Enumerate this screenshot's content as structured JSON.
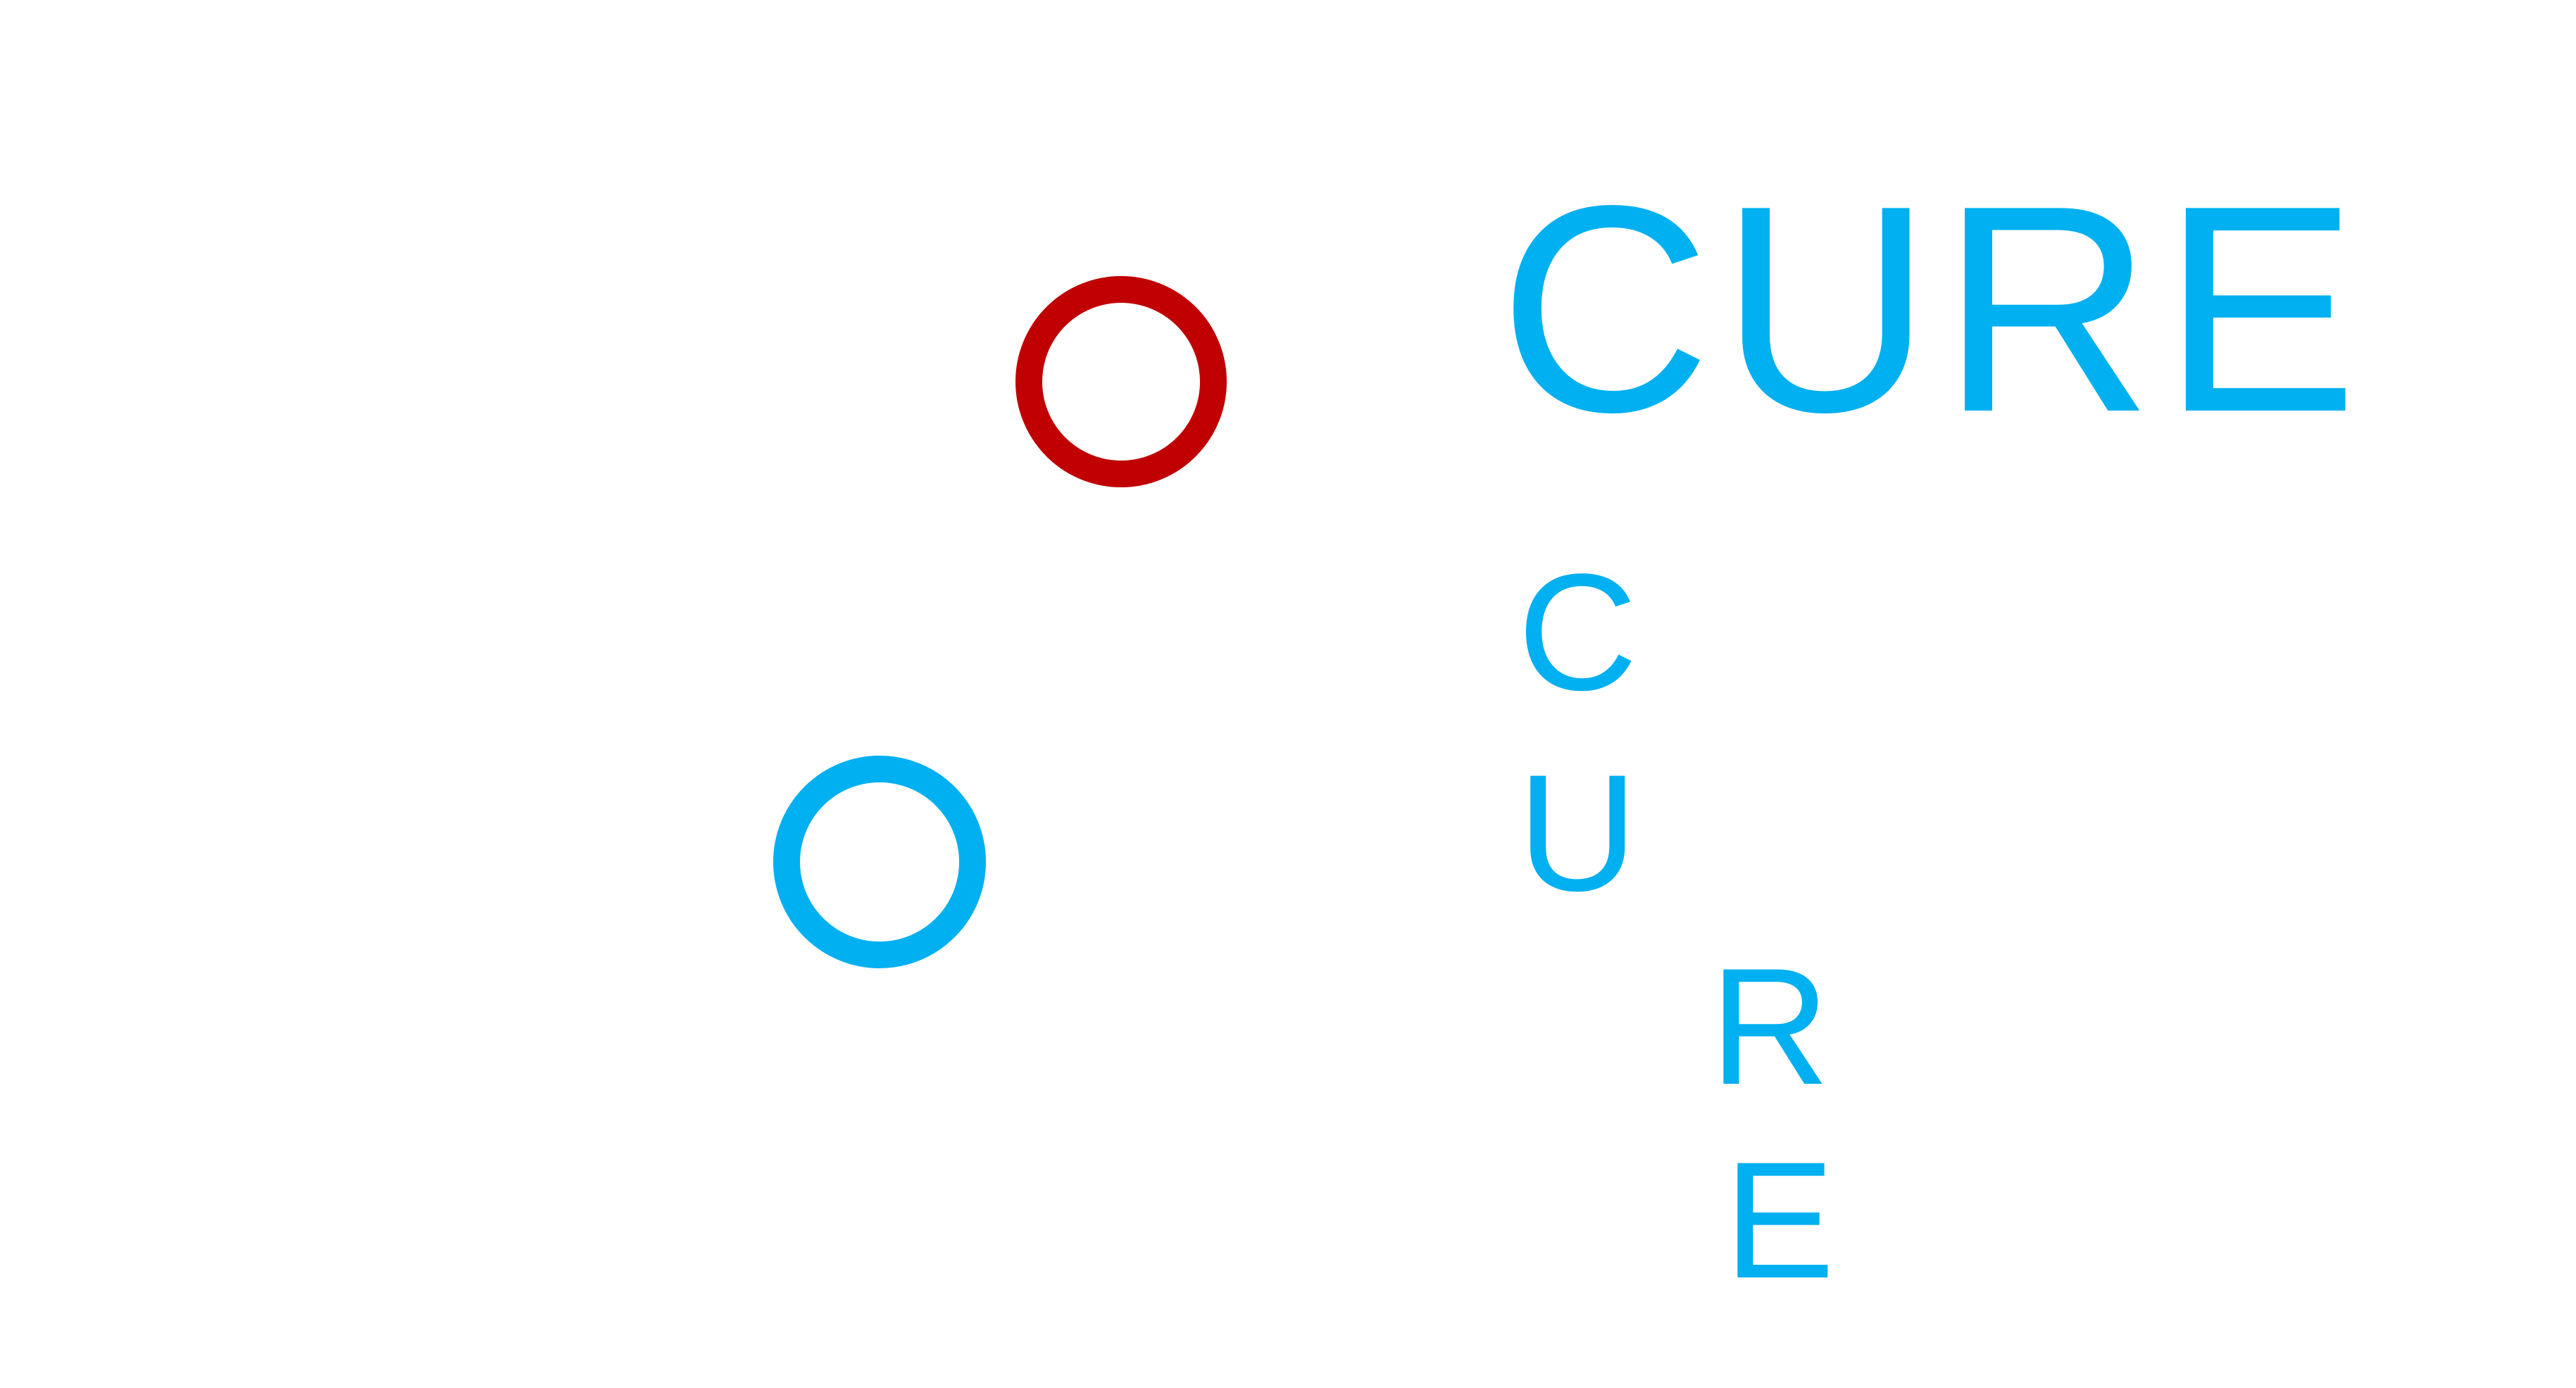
{
  "word": "CURE",
  "letters": [
    "C",
    "U",
    "R",
    "E"
  ],
  "colors": {
    "background": "#ffffff",
    "red_ring": "#c00000",
    "blue": "#00b0f0"
  }
}
